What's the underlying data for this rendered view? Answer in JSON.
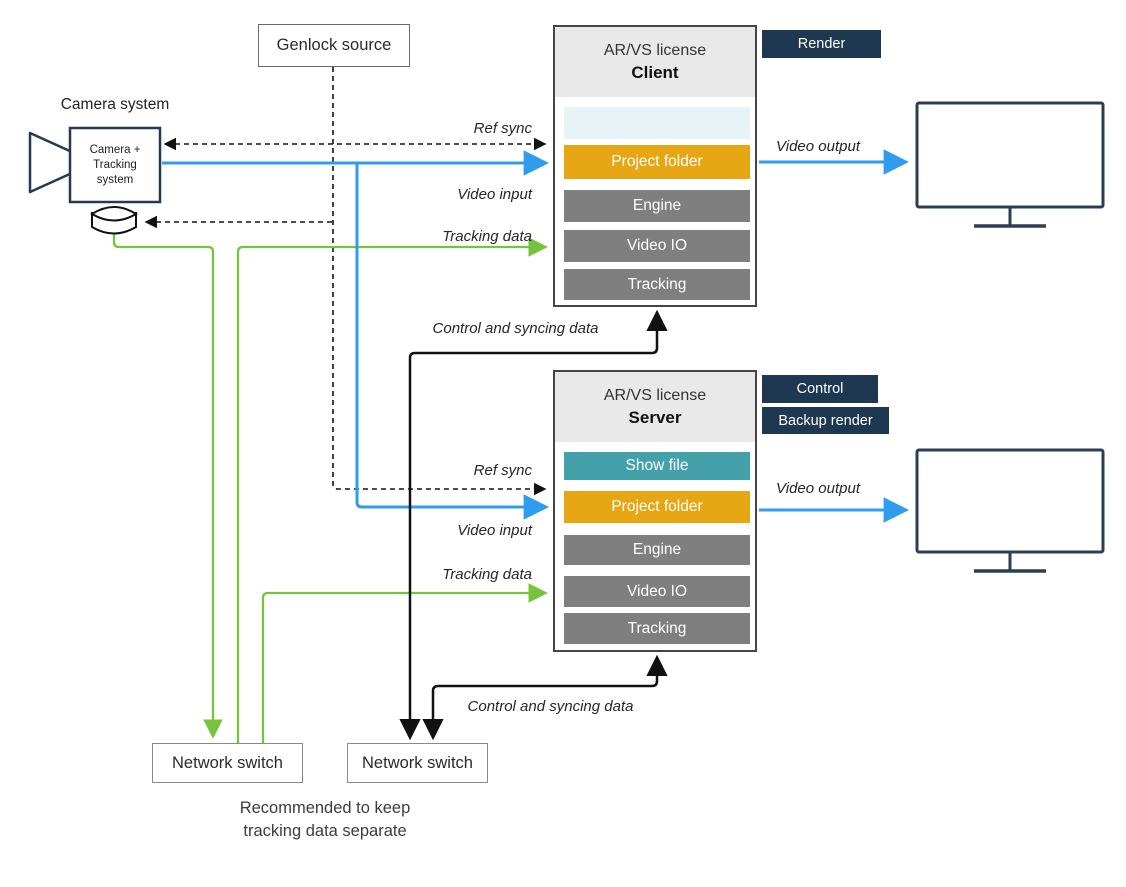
{
  "camera": {
    "title": "Camera system",
    "body_lines": [
      "Camera +",
      "Tracking",
      "system"
    ]
  },
  "genlock": {
    "label": "Genlock source"
  },
  "client": {
    "license_line": "AR/VS license",
    "role": "Client",
    "badges": [
      "Render"
    ],
    "rows": [
      {
        "label": ""
      },
      {
        "label": "Project folder"
      },
      {
        "label": "Engine"
      },
      {
        "label": "Video IO"
      },
      {
        "label": "Tracking"
      }
    ]
  },
  "server": {
    "license_line": "AR/VS license",
    "role": "Server",
    "badges": [
      "Control",
      "Backup render"
    ],
    "rows": [
      {
        "label": "Show file"
      },
      {
        "label": "Project folder"
      },
      {
        "label": "Engine"
      },
      {
        "label": "Video IO"
      },
      {
        "label": "Tracking"
      }
    ]
  },
  "switches": [
    {
      "label": "Network switch"
    },
    {
      "label": "Network switch"
    }
  ],
  "edges": {
    "ref_sync_client": "Ref sync",
    "video_input_client": "Video input",
    "tracking_data_client": "Tracking data",
    "video_output_client": "Video output",
    "control_client": "Control and syncing data",
    "ref_sync_server": "Ref sync",
    "video_input_server": "Video input",
    "tracking_data_server": "Tracking data",
    "video_output_server": "Video output",
    "control_server": "Control and syncing data"
  },
  "note": {
    "line1": "Recommended to keep",
    "line2": "tracking data separate"
  },
  "icons": {
    "camera": "camera-icon",
    "tracking_sensor": "tracking-sensor-icon",
    "monitor_top": "monitor-icon",
    "monitor_bottom": "monitor-icon"
  },
  "colors": {
    "video_blue": "#2f9cee",
    "tracking_green": "#77c33c",
    "project_orange": "#e7a714",
    "showfile_teal": "#44a1aa",
    "module_gray": "#7f7f7f",
    "badge_navy": "#1d3850",
    "header_gray": "#e9e9e9",
    "empty_row_blue": "#e8f3f8"
  }
}
